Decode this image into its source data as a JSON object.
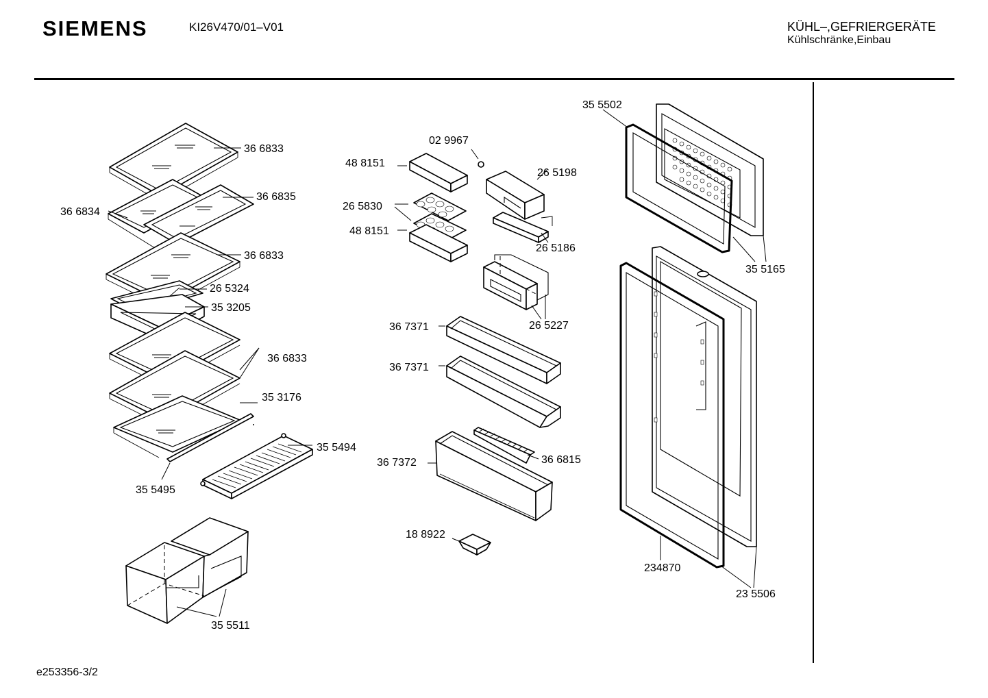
{
  "header": {
    "brand": "SIEMENS",
    "model": "KI26V470/01–V01",
    "category_line1": "KÜHL–,GEFRIERGERÄTE",
    "category_line2": "Kühlschränke,Einbau"
  },
  "footer": {
    "doc_id": "e253356-3/2"
  },
  "parts": {
    "p366833_a": "36 6833",
    "p366835": "36 6835",
    "p366834": "36 6834",
    "p366833_b": "36 6833",
    "p265324": "26 5324",
    "p353205": "35 3205",
    "p366833_c": "36 6833",
    "p353176": "35 3176",
    "p355494": "35 5494",
    "p355495": "35 5495",
    "p355511": "35  5511",
    "p029967": "02 9967",
    "p488151_a": "48 8151",
    "p265198": "26 5198",
    "p265830": "26 5830",
    "p488151_b": "48 8151",
    "p265186": "26 5186",
    "p265227": "26 5227",
    "p367371_a": "36 7371",
    "p367371_b": "36 7371",
    "p366815": "36 6815",
    "p367372": "36 7372",
    "p188922": "18 8922",
    "p355502": "35 5502",
    "p355165": "35 5165",
    "p234870": "234870",
    "p235506": "23 5506"
  }
}
